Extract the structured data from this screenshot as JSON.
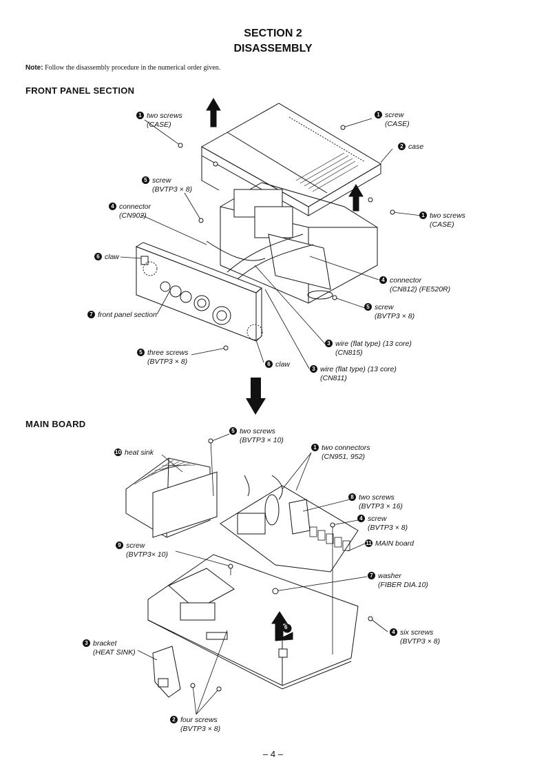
{
  "header": {
    "section": "SECTION  2",
    "title": "DISASSEMBLY"
  },
  "note": {
    "label": "Note:",
    "text": " Follow the disassembly procedure in the numerical order given."
  },
  "front_panel": {
    "heading": "FRONT  PANEL  SECTION",
    "labels": [
      {
        "n": "1",
        "line1": "two screws",
        "line2": "(CASE)"
      },
      {
        "n": "1",
        "line1": "screw",
        "line2": "(CASE)"
      },
      {
        "n": "2",
        "line1": "case",
        "line2": ""
      },
      {
        "n": "5",
        "line1": "screw",
        "line2": "(BVTP3 × 8)"
      },
      {
        "n": "4",
        "line1": "connector",
        "line2": "(CN902)"
      },
      {
        "n": "1",
        "line1": "two screws",
        "line2": "(CASE)"
      },
      {
        "n": "6",
        "line1": "claw",
        "line2": ""
      },
      {
        "n": "4",
        "line1": "connector",
        "line2": "(CN812) (FE520R)"
      },
      {
        "n": "5",
        "line1": "screw",
        "line2": "(BVTP3 × 8)"
      },
      {
        "n": "7",
        "line1": "front panel section",
        "line2": ""
      },
      {
        "n": "3",
        "line1": "wire (flat type) (13 core)",
        "line2": "(CN815)"
      },
      {
        "n": "5",
        "line1": "three screws",
        "line2": "(BVTP3 × 8)"
      },
      {
        "n": "6",
        "line1": "claw",
        "line2": ""
      },
      {
        "n": "3",
        "line1": "wire (flat type) (13 core)",
        "line2": "(CN811)"
      }
    ]
  },
  "main_board": {
    "heading": "MAIN  BOARD",
    "labels": [
      {
        "n": "5",
        "line1": "two screws",
        "line2": "(BVTP3 × 10)"
      },
      {
        "n": "10",
        "line1": "heat sink",
        "line2": ""
      },
      {
        "n": "1",
        "line1": "two connectors",
        "line2": "(CN951, 952)"
      },
      {
        "n": "8",
        "line1": "two screws",
        "line2": "(BVTP3 × 16)"
      },
      {
        "n": "4",
        "line1": "screw",
        "line2": "(BVTP3 × 8)"
      },
      {
        "n": "11",
        "line1": "MAIN board",
        "line2": ""
      },
      {
        "n": "9",
        "line1": "screw",
        "line2": "(BVTP3× 10)"
      },
      {
        "n": "7",
        "line1": "washer",
        "line2": "(FIBER DIA.10)"
      },
      {
        "n": "4",
        "line1": "six screws",
        "line2": "(BVTP3 × 8)"
      },
      {
        "n": "3",
        "line1": "bracket",
        "line2": "(HEAT SINK)"
      },
      {
        "n": "2",
        "line1": "four screws",
        "line2": "(BVTP3 × 8)"
      }
    ],
    "arrow_badge": "6"
  },
  "footer": {
    "page": "– 4 –"
  }
}
